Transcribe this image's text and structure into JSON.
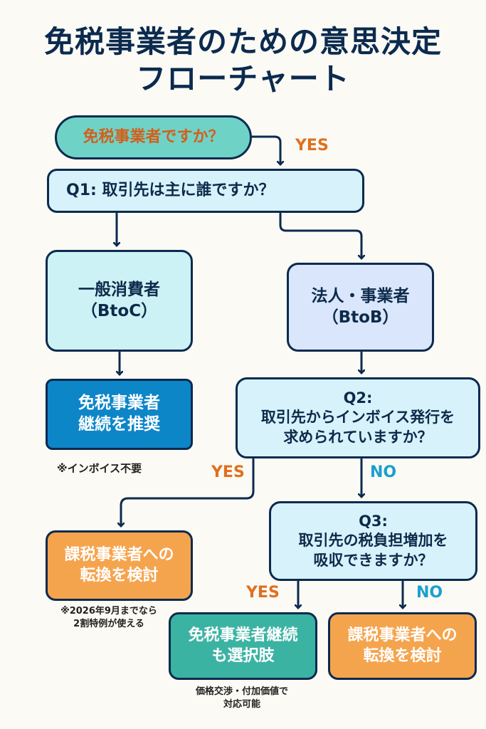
{
  "title": {
    "line1": "免税事業者のための意思決定",
    "line2": "フローチャート"
  },
  "nodes": {
    "start": "免税事業者ですか？",
    "q1": "Q1: 取引先は主に誰ですか？",
    "btoc": "一般消費者\n（BtoC）",
    "btob": "法人・事業者\n（BtoB）",
    "recommend": "免税事業者\n継続を推奨",
    "q2": "Q2:\n取引先からインボイス発行を\n求められていますか？",
    "q3": "Q3:\n取引先の税負担増加を\n吸収できますか？",
    "convert_left": "課税事業者への\n転換を検討",
    "continue_option": "免税事業者継続\nも選択肢",
    "convert_right": "課税事業者への\n転換を検討"
  },
  "notes": {
    "no_invoice": "※インボイス不要",
    "special_rule": "※2026年9月までなら\n2割特例が使える",
    "price_negotiation": "価格交渉・付加価値で\n対応可能"
  },
  "labels": {
    "yes_start": "YES",
    "yes_q2": "YES",
    "no_q2": "NO",
    "yes_q3": "YES",
    "no_q3": "NO"
  },
  "colors": {
    "navy": "#0b2a4f",
    "teal_start": "#6fd2c6",
    "light_blue": "#d7f2fb",
    "recommend_blue": "#0d86c8",
    "orange": "#f5a44e",
    "green": "#3bb3a3",
    "yes_orange": "#e0701f",
    "no_blue": "#1aa0cf"
  }
}
